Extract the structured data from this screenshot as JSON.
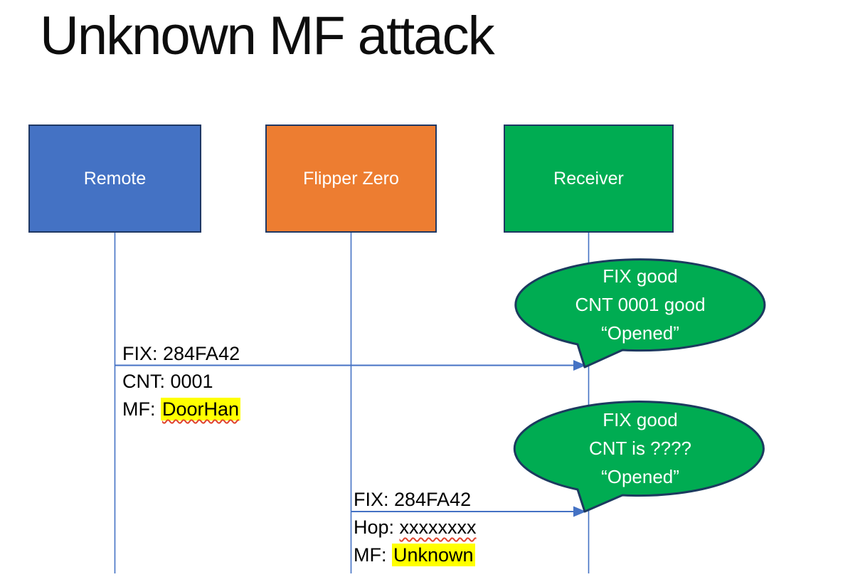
{
  "title": "Unknown MF attack",
  "actors": [
    {
      "name": "Remote",
      "color": "#4472C4"
    },
    {
      "name": "Flipper Zero",
      "color": "#ED7D31"
    },
    {
      "name": "Receiver",
      "color": "#00AC52"
    }
  ],
  "messages": [
    {
      "from": "Remote",
      "to": "Receiver",
      "above": "FIX: 284FA42",
      "below": [
        {
          "prefix": "CNT: ",
          "value": "0001"
        },
        {
          "prefix": "MF: ",
          "value": "DoorHan"
        }
      ]
    },
    {
      "from": "Flipper Zero",
      "to": "Receiver",
      "above": "FIX: 284FA42",
      "below": [
        {
          "prefix": "Hop: ",
          "value": "xxxxxxxx"
        },
        {
          "prefix": "MF: ",
          "value": "Unknown"
        }
      ]
    }
  ],
  "callouts": [
    {
      "lines": [
        "FIX good",
        "CNT 0001 good",
        "“Opened”"
      ]
    },
    {
      "lines": [
        "FIX good",
        "CNT is ????",
        "“Opened”"
      ]
    }
  ],
  "colors": {
    "actor_border": "#1F3864",
    "line_blue": "#4472C4",
    "callout_fill": "#00AC52",
    "callout_border": "#1C3A5F",
    "highlight_yellow": "#FFFF00",
    "squiggle_red": "#E0432D",
    "label_text": "#000000",
    "actor_text": "#FFFFFF"
  }
}
